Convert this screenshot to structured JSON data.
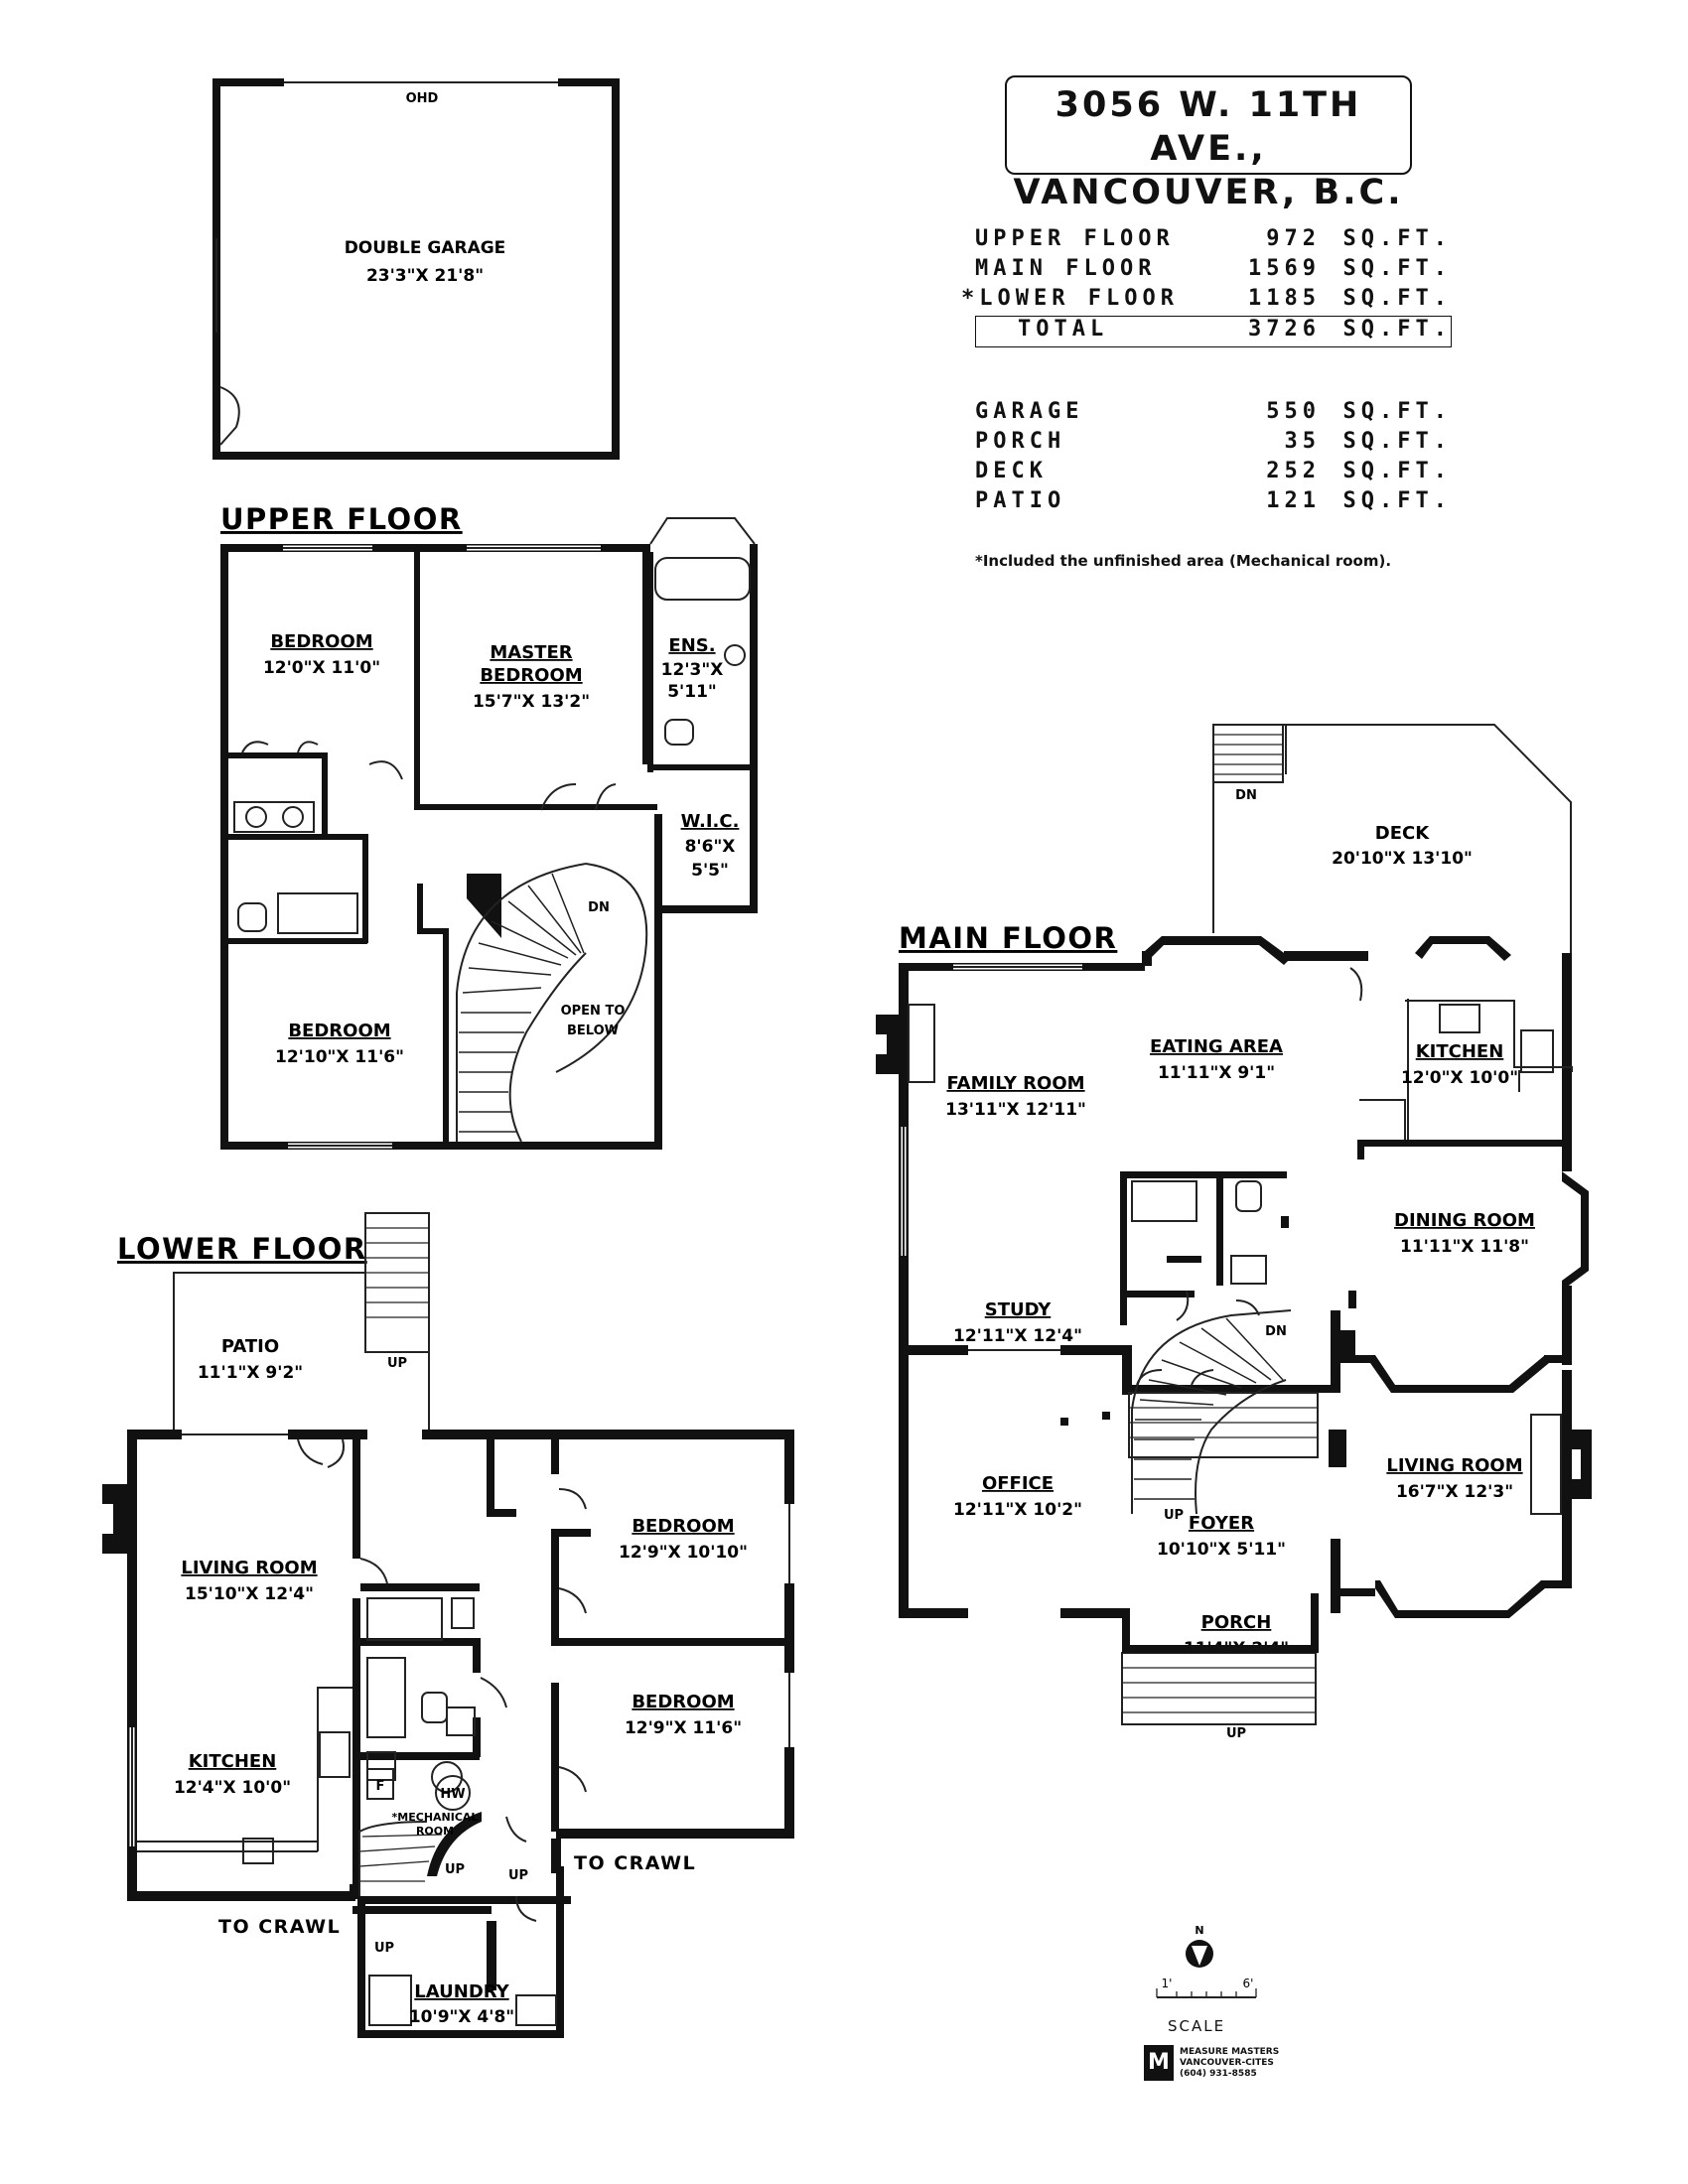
{
  "header": {
    "address_line1": "3056 W. 11TH AVE.,",
    "address_line2": "VANCOUVER, B.C."
  },
  "areas": {
    "floors": [
      {
        "name": "UPPER FLOOR",
        "value": "972",
        "unit": "SQ.FT."
      },
      {
        "name": "MAIN FLOOR",
        "value": "1569",
        "unit": "SQ.FT."
      },
      {
        "name": "*LOWER FLOOR",
        "value": "1185",
        "unit": "SQ.FT."
      }
    ],
    "total": {
      "name": "TOTAL",
      "value": "3726",
      "unit": "SQ.FT."
    },
    "extras": [
      {
        "name": "GARAGE",
        "value": "550",
        "unit": "SQ.FT."
      },
      {
        "name": "PORCH",
        "value": "35",
        "unit": "SQ.FT."
      },
      {
        "name": "DECK",
        "value": "252",
        "unit": "SQ.FT."
      },
      {
        "name": "PATIO",
        "value": "121",
        "unit": "SQ.FT."
      }
    ],
    "footnote": "*Included the unfinished area (Mechanical room)."
  },
  "garage": {
    "label": "OHD",
    "name": "DOUBLE GARAGE",
    "dim": "23'3\"X 21'8\""
  },
  "upper": {
    "title": "UPPER FLOOR",
    "rooms": [
      {
        "name": "BEDROOM",
        "dim": "12'0\"X 11'0\""
      },
      {
        "name": "MASTER",
        "name2": "BEDROOM",
        "dim": "15'7\"X 13'2\""
      },
      {
        "name": "ENS.",
        "dim": "12'3\"X",
        "dim2": "5'11\""
      },
      {
        "name": "W.I.C.",
        "dim": "8'6\"X",
        "dim2": "5'5\""
      },
      {
        "name": "BEDROOM",
        "dim": "12'10\"X 11'6\""
      }
    ],
    "dn": "DN",
    "open1": "OPEN TO",
    "open2": "BELOW"
  },
  "main": {
    "title": "MAIN FLOOR",
    "rooms": [
      {
        "name": "DECK",
        "dim": "20'10\"X 13'10\"",
        "underline": false
      },
      {
        "name": "EATING AREA",
        "dim": "11'11\"X 9'1\""
      },
      {
        "name": "KITCHEN",
        "dim": "12'0\"X 10'0\""
      },
      {
        "name": "FAMILY ROOM",
        "dim": "13'11\"X 12'11\""
      },
      {
        "name": "DINING ROOM",
        "dim": "11'11\"X 11'8\""
      },
      {
        "name": "STUDY",
        "dim": "12'11\"X 12'4\""
      },
      {
        "name": "LIVING ROOM",
        "dim": "16'7\"X 12'3\""
      },
      {
        "name": "OFFICE",
        "dim": "12'11\"X 10'2\""
      },
      {
        "name": "FOYER",
        "dim": "10'10\"X 5'11\""
      },
      {
        "name": "PORCH",
        "dim": "11'4\"X 2'4\""
      }
    ],
    "dn_deck": "DN",
    "dn_stair": "DN",
    "up_stair": "UP",
    "up_porch": "UP"
  },
  "lower": {
    "title": "LOWER FLOOR",
    "rooms": [
      {
        "name": "PATIO",
        "dim": "11'1\"X 9'2\""
      },
      {
        "name": "LIVING ROOM",
        "dim": "15'10\"X 12'4\""
      },
      {
        "name": "BEDROOM",
        "dim": "12'9\"X 10'10\""
      },
      {
        "name": "BEDROOM",
        "dim": "12'9\"X 11'6\""
      },
      {
        "name": "KITCHEN",
        "dim": "12'4\"X 10'0\""
      },
      {
        "name": "LAUNDRY",
        "dim": "10'9\"X 4'8\""
      }
    ],
    "patio_up": "UP",
    "mech1": "*MECHANICAL",
    "mech2": "ROOM",
    "hw": "HW",
    "f": "F",
    "to_crawl_left": "TO CRAWL",
    "to_crawl_right": "TO CRAWL",
    "up1": "UP",
    "up2": "UP",
    "up3": "UP"
  },
  "compass": {
    "north": "N",
    "scale_left": "1'",
    "scale_right": "6'",
    "scale_label": "SCALE"
  },
  "logo": {
    "mark": "M",
    "line1": "MEASURE MASTERS",
    "line2": "VANCOUVER-CITES",
    "line3": "(604) 931-8585"
  }
}
